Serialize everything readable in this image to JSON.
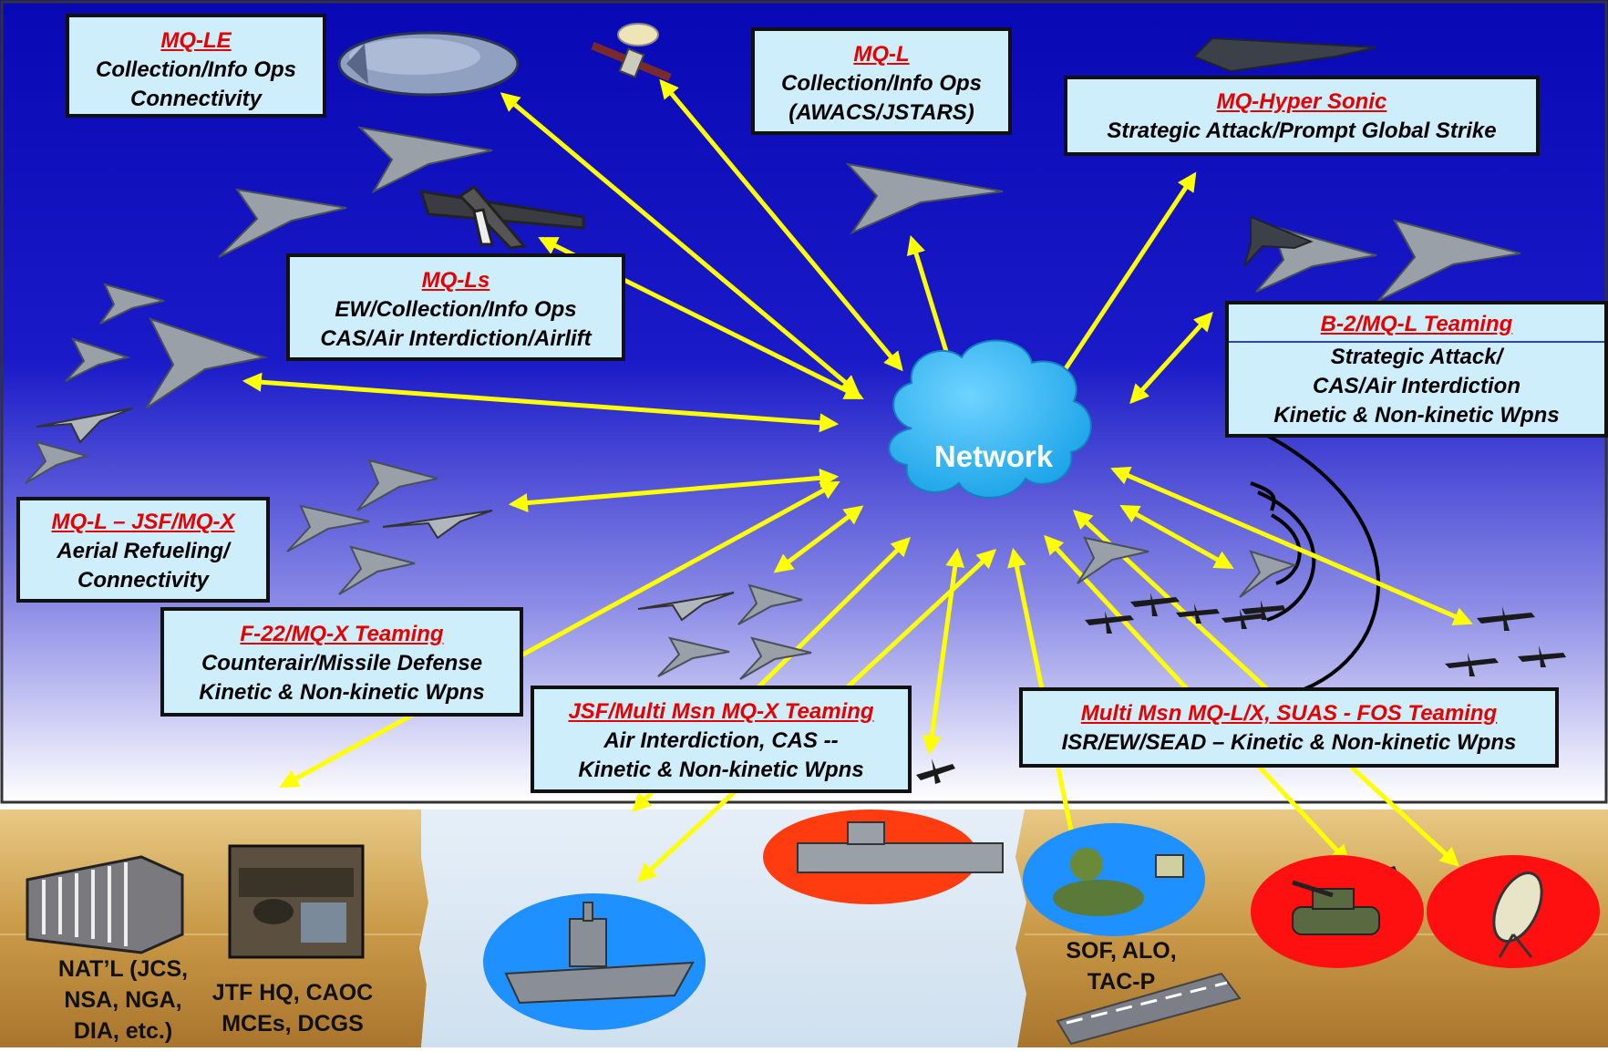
{
  "network": {
    "label": "Network"
  },
  "boxes": {
    "mq_le": {
      "title": "MQ-LE",
      "lines": [
        "Collection/Info Ops",
        "Connectivity"
      ]
    },
    "mq_l": {
      "title": "MQ-L",
      "lines": [
        "Collection/Info Ops",
        "(AWACS/JSTARS)"
      ]
    },
    "mq_hyper": {
      "title": "MQ-Hyper Sonic",
      "lines": [
        "Strategic Attack/Prompt Global Strike"
      ]
    },
    "mq_ls": {
      "title": "MQ-Ls",
      "lines": [
        "EW/Collection/Info Ops",
        "CAS/Air Interdiction/Airlift"
      ]
    },
    "b2": {
      "title": "B-2/MQ-L Teaming",
      "lines": [
        "Strategic Attack/",
        "CAS/Air Interdiction",
        "Kinetic & Non-kinetic Wpns"
      ]
    },
    "mq_l_jsf": {
      "title": "MQ-L – JSF/MQ-X",
      "lines": [
        "Aerial Refueling/",
        "Connectivity"
      ]
    },
    "f22": {
      "title": "F-22/MQ-X Teaming",
      "lines": [
        "Counterair/Missile Defense",
        "Kinetic & Non-kinetic Wpns"
      ]
    },
    "jsf_multi": {
      "title": "JSF/Multi Msn MQ-X Teaming",
      "lines": [
        "Air Interdiction, CAS --",
        "Kinetic & Non-kinetic Wpns"
      ]
    },
    "multi_msn": {
      "title": "Multi Msn MQ-L/X, SUAS - FOS Teaming",
      "lines": [
        "ISR/EW/SEAD – Kinetic & Non-kinetic Wpns"
      ]
    }
  },
  "ground": {
    "natl": [
      "NAT’L (JCS,",
      "NSA, NGA,",
      "DIA, etc.)"
    ],
    "jtf": [
      "JTF HQ, CAOC",
      "MCEs, DCGS"
    ],
    "sof": [
      "SOF, ALO,",
      "TAC-P"
    ]
  },
  "colors": {
    "arrow": "#ffff00",
    "sky_top": "#0a0ab8",
    "title_red": "#e60000",
    "box_fill": "#cfeefb",
    "cloud": "#29b6f6",
    "ground": "#c79a4a",
    "water": "#dceaf5"
  }
}
